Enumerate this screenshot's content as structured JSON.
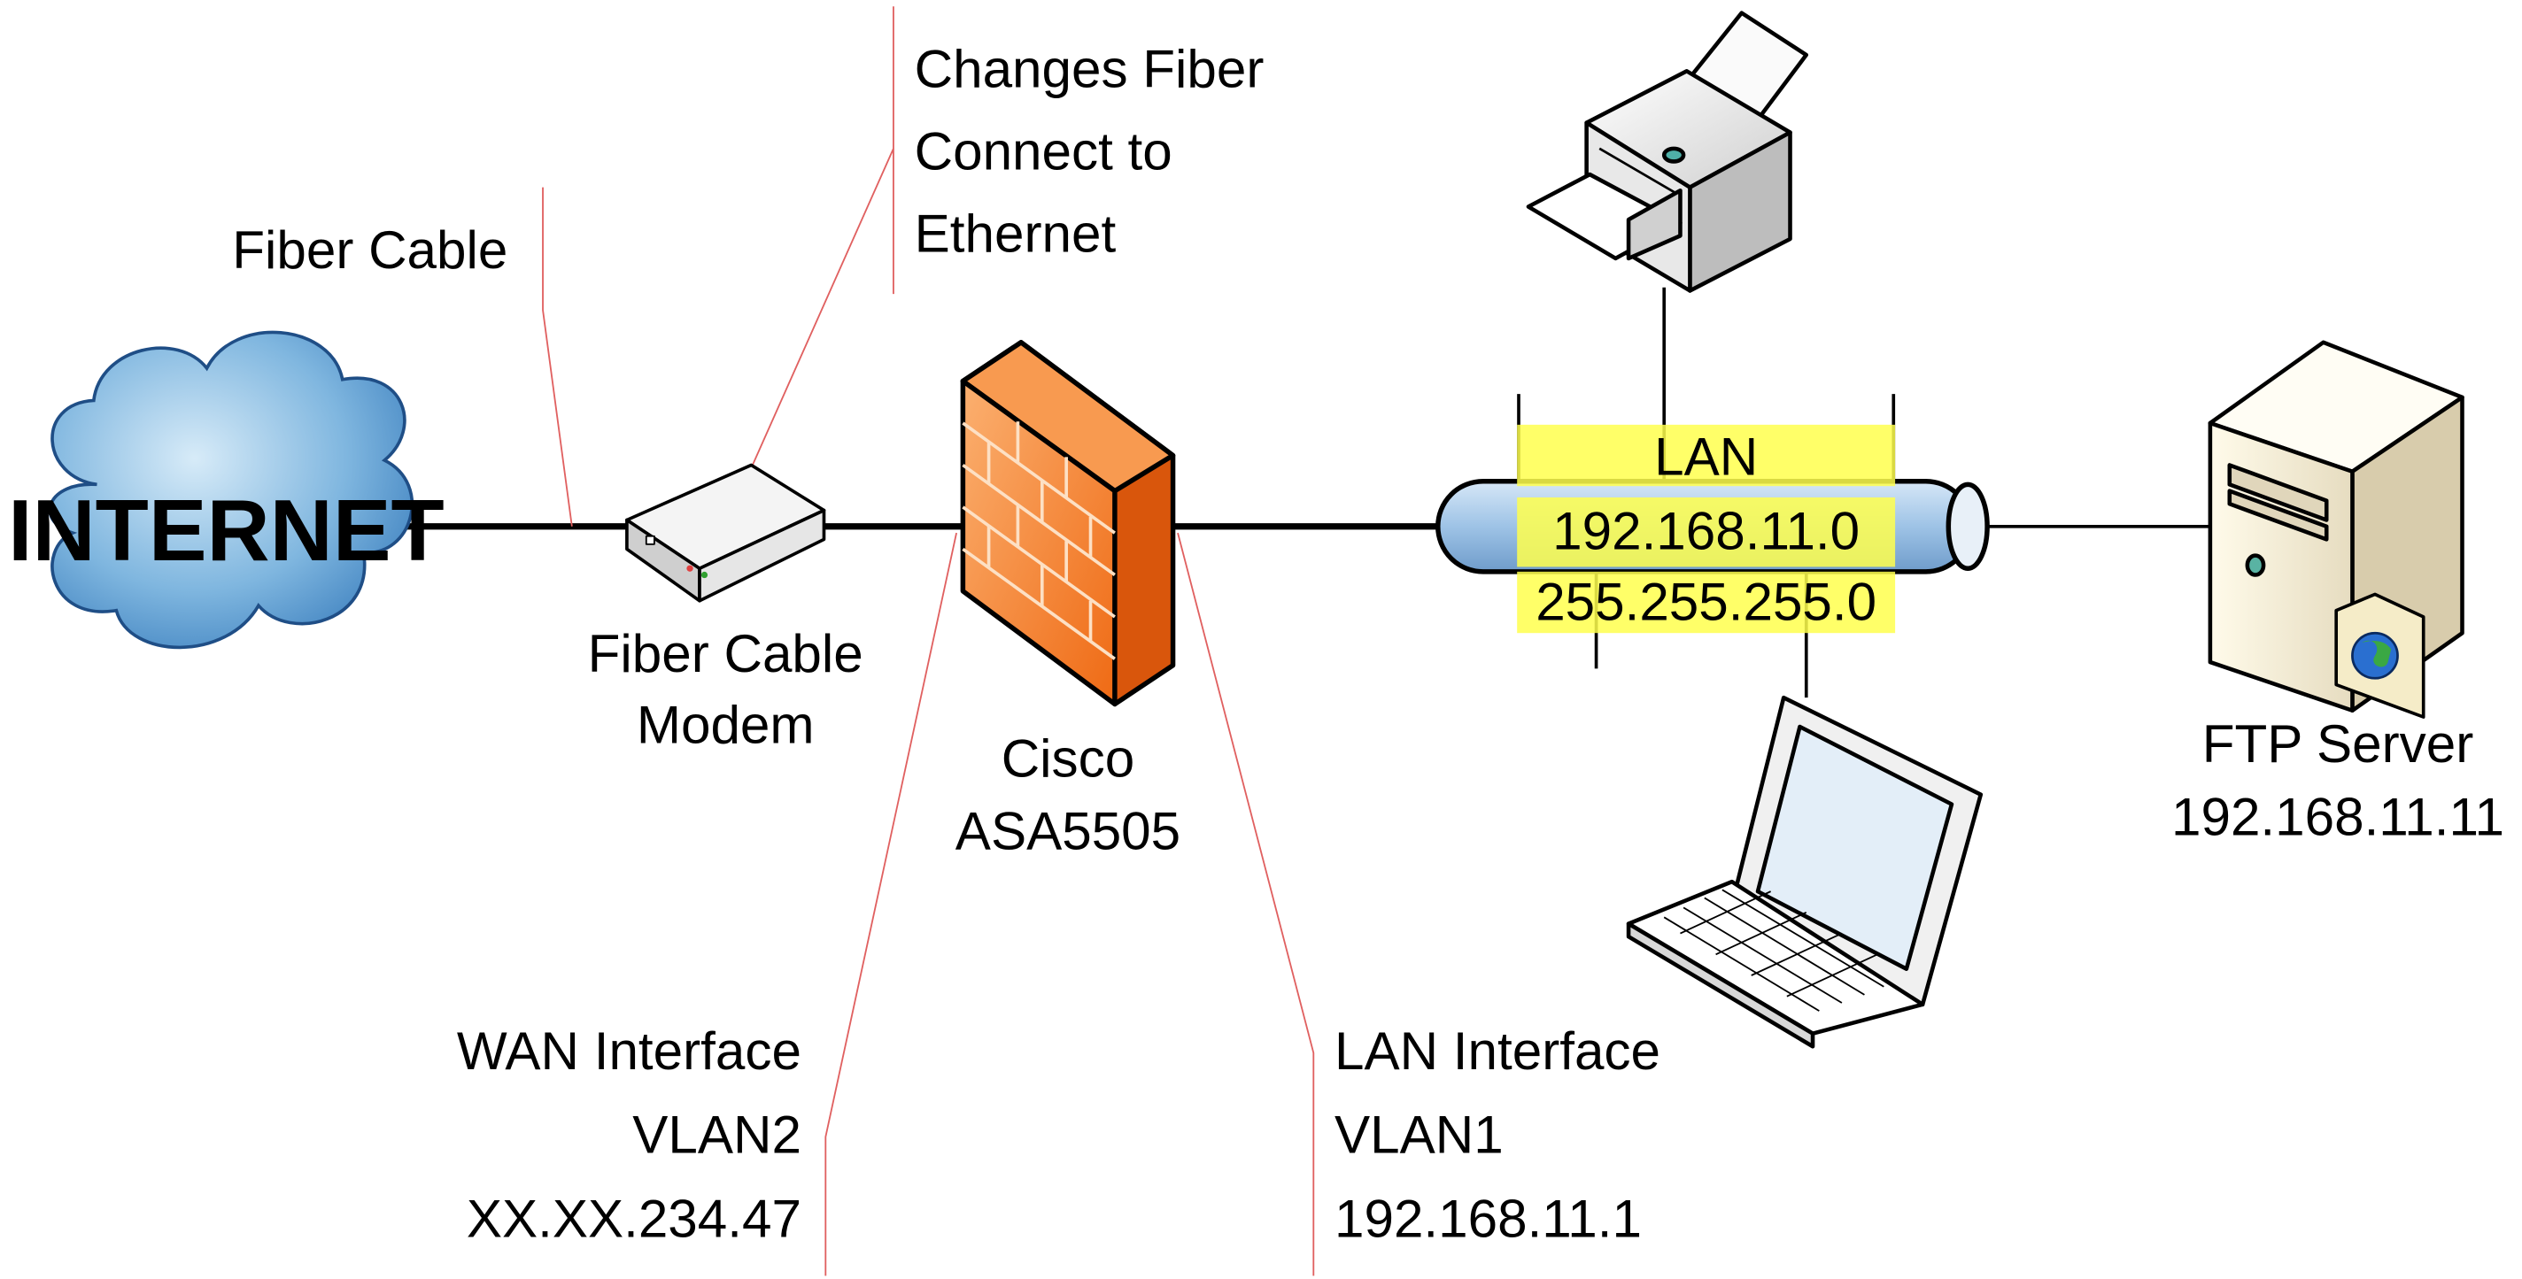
{
  "internet": {
    "label": "INTERNET"
  },
  "callouts": {
    "fiber_cable": "Fiber Cable",
    "changes_fiber": [
      "Changes Fiber",
      "Connect to",
      "Ethernet"
    ]
  },
  "modem": {
    "lines": [
      "Fiber Cable",
      "Modem"
    ]
  },
  "firewall": {
    "lines": [
      "Cisco",
      "ASA5505"
    ]
  },
  "wan_interface": {
    "lines": [
      "WAN Interface",
      "VLAN2",
      "XX.XX.234.47"
    ]
  },
  "lan_interface": {
    "lines": [
      "LAN Interface",
      "VLAN1",
      "192.168.11.1"
    ]
  },
  "lan": {
    "lines": [
      "LAN",
      "192.168.11.0",
      "255.255.255.0"
    ],
    "highlight_color": "#ffff4d"
  },
  "ftp_server": {
    "lines": [
      "FTP Server",
      "192.168.11.11"
    ]
  },
  "colors": {
    "firewall": "#f47a20",
    "cloud": "#5ea2d6",
    "bus": "#9ec3e6",
    "callout_line": "#e06060"
  },
  "icons": [
    "cloud-icon",
    "modem-icon",
    "firewall-icon",
    "printer-icon",
    "laptop-icon",
    "server-icon",
    "globe-icon"
  ]
}
